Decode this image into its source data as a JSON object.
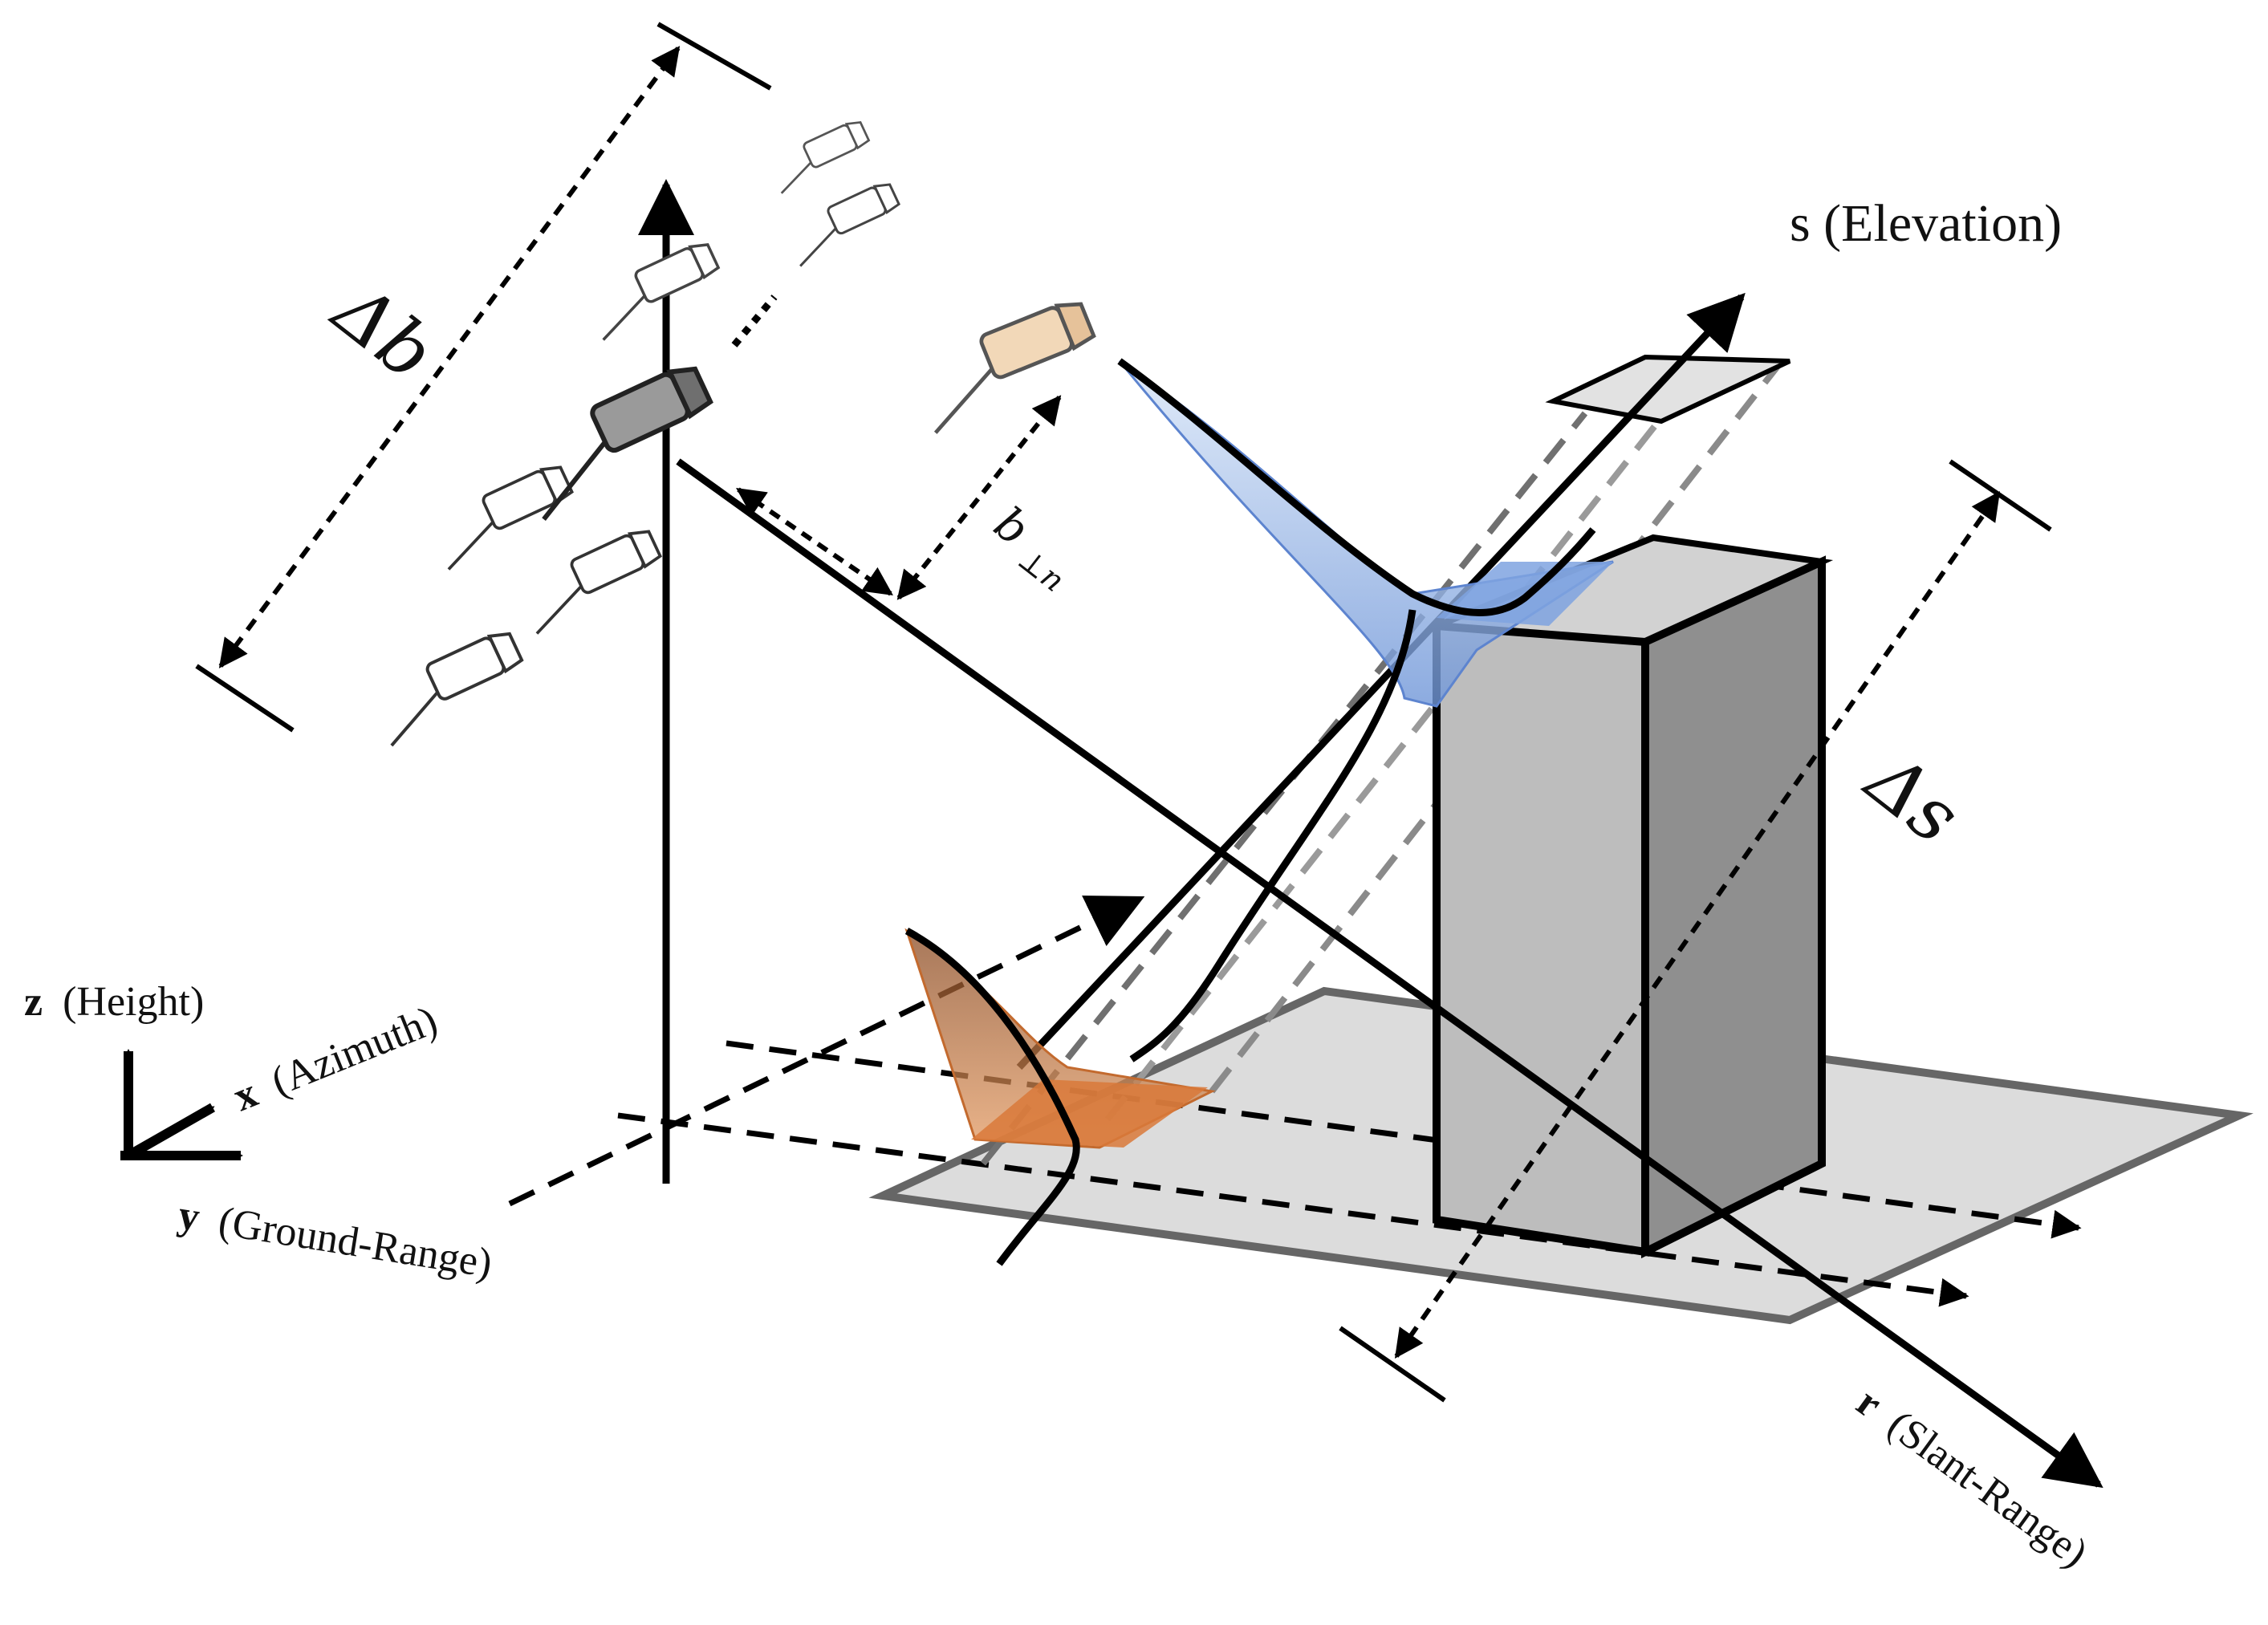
{
  "labels": {
    "elevation": "s (Elevation)",
    "height_bold": "z",
    "height_text": "(Height)",
    "azimuth_bold": "x",
    "azimuth_text": "(Azimuth)",
    "ground_bold": "y",
    "ground_text": "(Ground-Range)",
    "slant_bold": "r",
    "slant_text": "(Slant-Range)",
    "delta_b": "Δb",
    "delta_s": "Δs",
    "b_perp_main": "b",
    "b_perp_sub": "⊥n"
  },
  "colors": {
    "line": "#000000",
    "gray_dash": "#7a7a7a",
    "building_front": "#b8b8b8",
    "building_side": "#8f8f8f",
    "building_top": "#d2d2d2",
    "ground_plane": "#dcdcdc",
    "blue_psf": "#8fb0e6",
    "orange_psf": "#d9793a",
    "satellite_fill": "#f2d8b8"
  },
  "icons": [
    "satellite-icon",
    "axis-triad-icon"
  ]
}
